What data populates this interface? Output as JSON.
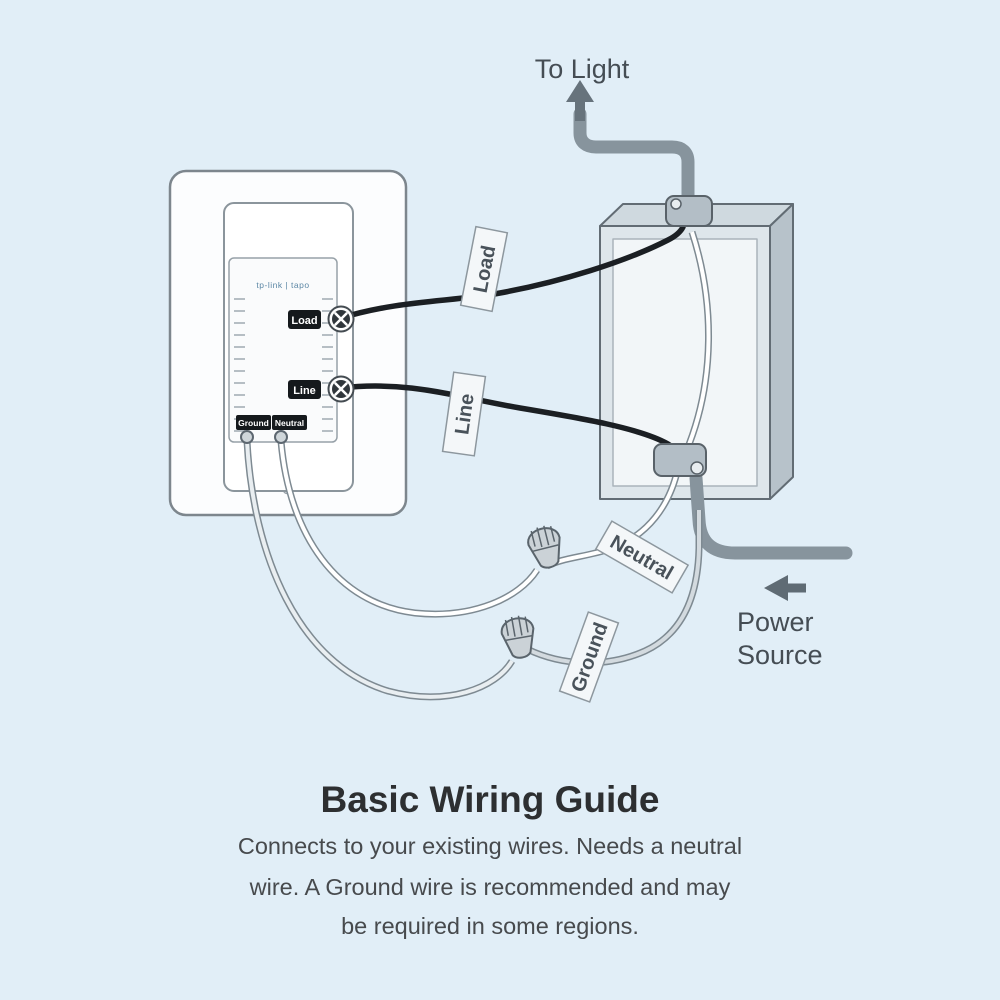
{
  "diagram": {
    "to_light": "To Light",
    "power_source": {
      "line1": "Power",
      "line2": "Source"
    },
    "wire_tags": {
      "load": "Load",
      "line": "Line",
      "neutral": "Neutral",
      "ground": "Ground"
    },
    "switch": {
      "brand": "tp-link | tapo",
      "terminals": {
        "load": "Load",
        "line": "Line",
        "ground": "Ground",
        "neutral": "Neutral"
      }
    },
    "colors": {
      "background": "#e1eef7",
      "black_wire": "#1b1f23",
      "white_wire": "#ffffff",
      "cable_gray": "#87949d",
      "arrow_gray": "#5f6b74"
    }
  },
  "caption": {
    "title": "Basic Wiring Guide",
    "line1": "Connects to your existing wires. Needs a neutral",
    "line2": "wire. A Ground wire is recommended and may",
    "line3": "be required in some regions."
  }
}
